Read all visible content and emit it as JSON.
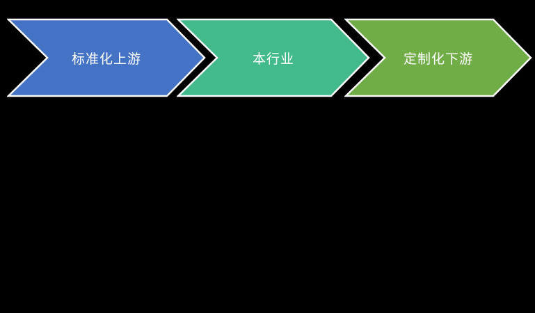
{
  "diagram": {
    "type": "process-flow-chevrons",
    "background_color": "#000000",
    "outline_color": "#FFFFFF",
    "text_color": "#FFFFFF",
    "steps": [
      {
        "label": "标准化上游",
        "color": "#4472C4"
      },
      {
        "label": "本行业",
        "color": "#42BA8B"
      },
      {
        "label": "定制化下游",
        "color": "#70AD47"
      }
    ]
  }
}
